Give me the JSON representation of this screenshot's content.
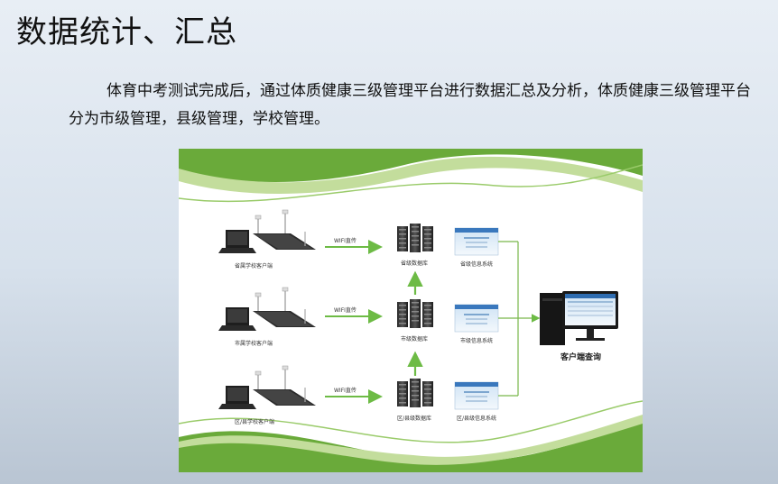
{
  "page": {
    "title": "数据统计、汇总",
    "paragraph": "体育中考测试完成后，通过体质健康三级管理平台进行数据汇总及分析，体质健康三级管理平台分为市级管理，县级管理，学校管理。"
  },
  "diagram": {
    "clients": [
      {
        "label": "省属学校客户端",
        "wifi": "WIFI直传"
      },
      {
        "label": "市属学校客户端",
        "wifi": "WIFI直传"
      },
      {
        "label": "区/县学校客户端",
        "wifi": "WIFI直传"
      }
    ],
    "databases": [
      "省级数据库",
      "市级数据库",
      "区/县级数据库"
    ],
    "systems": [
      "省级信息系统",
      "市级信息系统",
      "区/县级信息系统"
    ],
    "terminal": "客户端查询",
    "colors": {
      "accent": "#6aaa3a",
      "arrow": "#6dbb45",
      "line": "#79b84a"
    }
  }
}
